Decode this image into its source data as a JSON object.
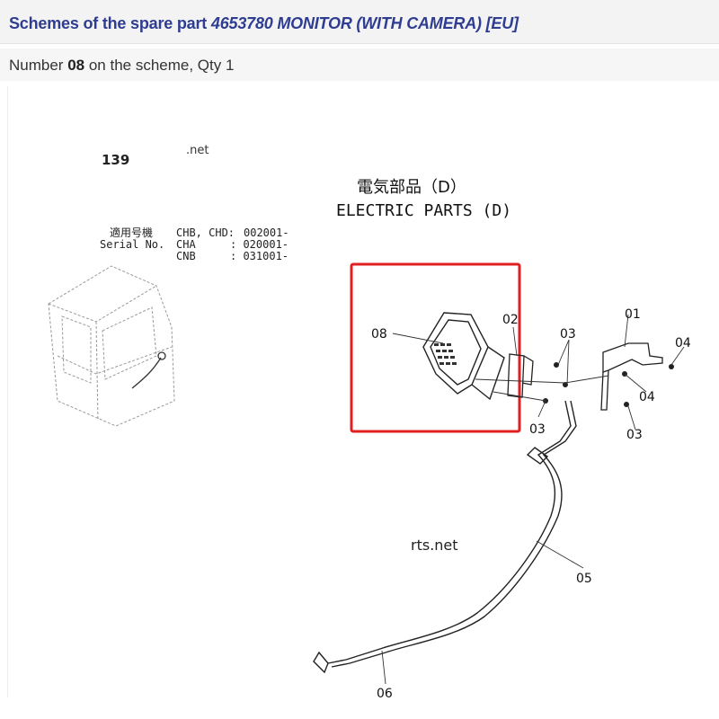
{
  "header": {
    "title_prefix": "Schemes of the spare part ",
    "title_part": "4653780 MONITOR (WITH CAMERA) [EU]"
  },
  "info": {
    "prefix": "Number ",
    "number": "08",
    "suffix": " on the scheme, Qty 1"
  },
  "scheme": {
    "page_number": "139",
    "watermark_top": ".net",
    "watermark_mid": "rts.net",
    "heading_jp": "電気部品（D）",
    "heading_en": "ELECTRIC PARTS (D)",
    "applicability": [
      {
        "label": "適用号機",
        "model": "CHB, CHD:",
        "serial": "002001-"
      },
      {
        "label": "Serial No.",
        "model": "CHA",
        "serial": ": 020001-"
      },
      {
        "label": "",
        "model": "CNB",
        "serial": ": 031001-"
      }
    ],
    "part_labels": [
      "01",
      "02",
      "03",
      "03",
      "03",
      "04",
      "04",
      "05",
      "06",
      "08"
    ],
    "highlight_color": "#e02020"
  }
}
